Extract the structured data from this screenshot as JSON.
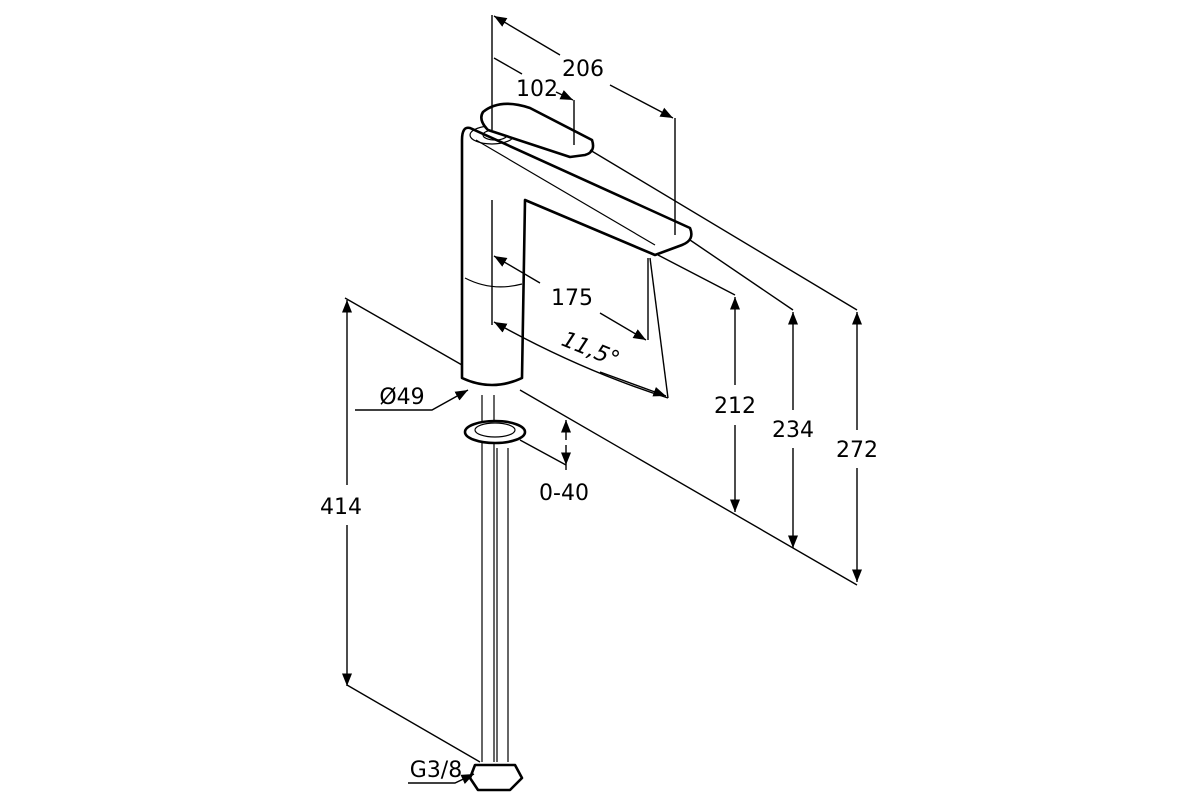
{
  "drawing": {
    "subject": "faucet-dimension-drawing",
    "line_color": "#000000",
    "background": "#ffffff",
    "dimensions": {
      "total_reach": "206",
      "lever_offset": "102",
      "spout_reach": "175",
      "spout_angle": "11,5°",
      "spout_height": "212",
      "spout_top_height": "234",
      "total_height": "272",
      "hose_length": "414",
      "body_diameter": "Ø49",
      "counter_thickness": "0-40",
      "connection_thread": "G3/8"
    }
  }
}
